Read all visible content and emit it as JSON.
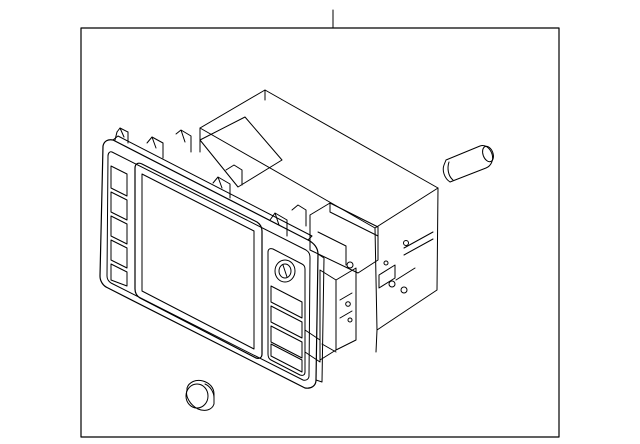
{
  "diagram": {
    "callout_label": "",
    "line_color": "#000000",
    "background_color": "#ffffff",
    "parts": [
      {
        "name": "radio-navigation-unit"
      },
      {
        "name": "display-screen"
      },
      {
        "name": "control-knob"
      },
      {
        "name": "clip"
      },
      {
        "name": "cap"
      }
    ]
  }
}
